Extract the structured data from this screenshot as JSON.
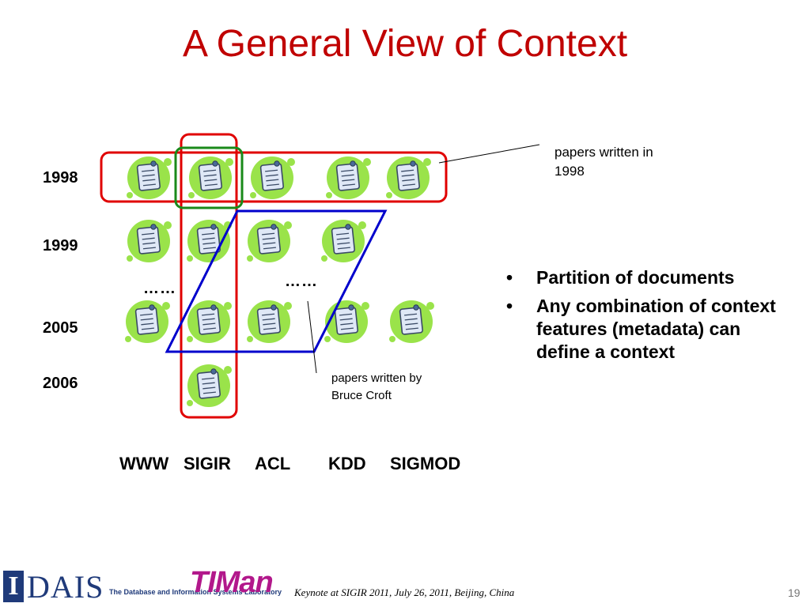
{
  "slide": {
    "title": "A General View of Context",
    "years": [
      "1998",
      "1999",
      "2005",
      "2006"
    ],
    "venues": [
      "WWW",
      "SIGIR",
      "ACL",
      "KDD",
      "SIGMOD"
    ],
    "ellipsis": "……",
    "callout_year": "papers written in\n1998",
    "callout_author": "papers written by\nBruce Croft",
    "bullets": [
      "Partition of documents",
      "Any combination of context features (metadata)  can define a context"
    ],
    "footer": "Keynote at SIGIR 2011,  July 26, 2011, Beijing, China",
    "page_number": "19",
    "logos": {
      "dais": "DAIS",
      "dais_initial": "I",
      "lab_name": "The Database and Information Systems Laboratory",
      "timan": "TIMan"
    },
    "colors": {
      "title": "#c00000",
      "year_group": "#e00000",
      "venue_group": "#e00000",
      "intersection": "#1a8a1a",
      "author_group": "#0000cc",
      "doc_blob": "#9ae34a"
    }
  }
}
